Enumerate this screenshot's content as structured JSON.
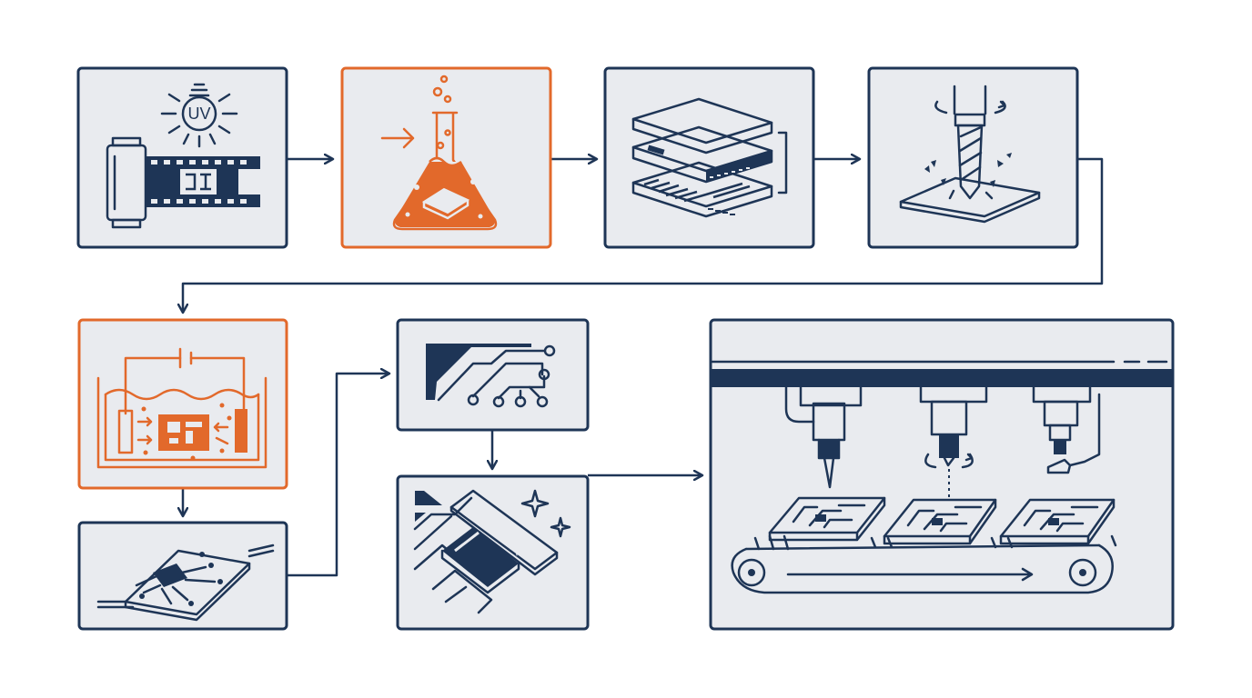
{
  "colors": {
    "navy": "#1e3556",
    "orange": "#e2692b",
    "panel": "#e9ebef",
    "background": "#ffffff"
  },
  "steps": [
    {
      "id": "step-1",
      "icon": "uv-exposure-film-icon",
      "accent": false,
      "bulb_label": "UV"
    },
    {
      "id": "step-2",
      "icon": "chemical-flask-icon",
      "accent": true
    },
    {
      "id": "step-3",
      "icon": "layer-stack-icon",
      "accent": false
    },
    {
      "id": "step-4",
      "icon": "drill-bit-icon",
      "accent": false
    },
    {
      "id": "step-5",
      "icon": "electroplating-bath-icon",
      "accent": true
    },
    {
      "id": "step-6",
      "icon": "circuit-board-trace-icon",
      "accent": false
    },
    {
      "id": "step-7",
      "icon": "circuit-trace-pattern-icon",
      "accent": false
    },
    {
      "id": "step-8",
      "icon": "polished-pad-sparkle-icon",
      "accent": false
    },
    {
      "id": "step-9",
      "icon": "assembly-conveyor-icon",
      "accent": false
    }
  ],
  "connectors": [
    {
      "from": "step-1",
      "to": "step-2"
    },
    {
      "from": "step-2",
      "to": "step-3"
    },
    {
      "from": "step-3",
      "to": "step-4"
    },
    {
      "from": "step-4",
      "to": "step-5"
    },
    {
      "from": "step-5",
      "to": "step-6"
    },
    {
      "from": "step-6",
      "to": "step-7"
    },
    {
      "from": "step-7",
      "to": "step-8"
    },
    {
      "from": "step-8",
      "to": "step-9"
    }
  ]
}
